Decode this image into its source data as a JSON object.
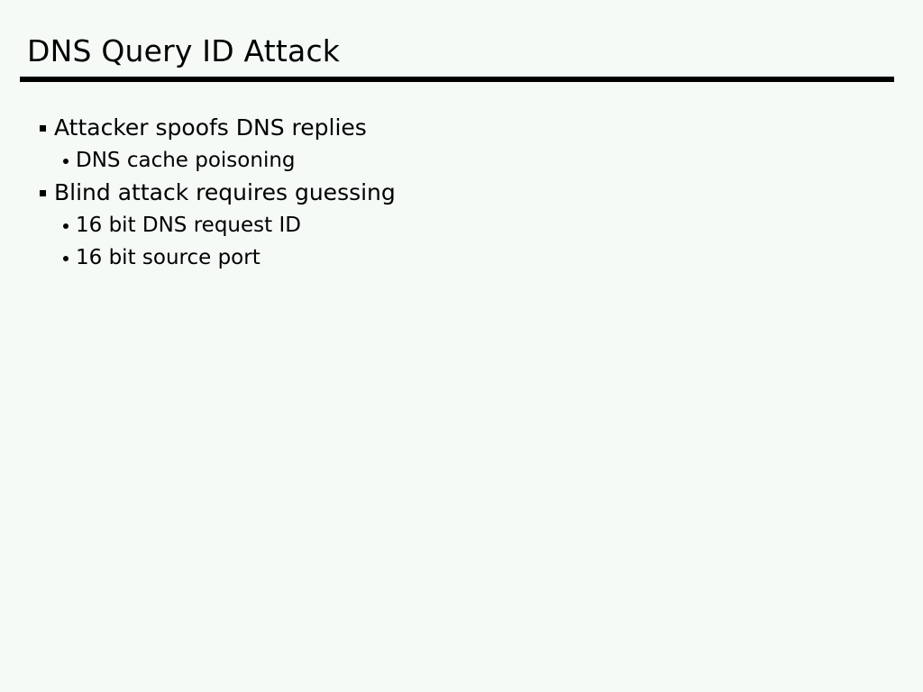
{
  "slide": {
    "title": "DNS Query ID Attack",
    "background_color": "#f5faf7",
    "text_color": "#000000",
    "rule_color": "#000000",
    "bullets": [
      {
        "level": 1,
        "marker": "square-bullet",
        "text": "Attacker spoofs DNS replies"
      },
      {
        "level": 2,
        "marker": "round-bullet",
        "text": "DNS cache poisoning"
      },
      {
        "level": 1,
        "marker": "square-bullet",
        "text": "Blind attack requires guessing"
      },
      {
        "level": 2,
        "marker": "round-bullet",
        "text": "16 bit DNS request ID"
      },
      {
        "level": 2,
        "marker": "round-bullet",
        "text": "16 bit source port"
      }
    ]
  }
}
